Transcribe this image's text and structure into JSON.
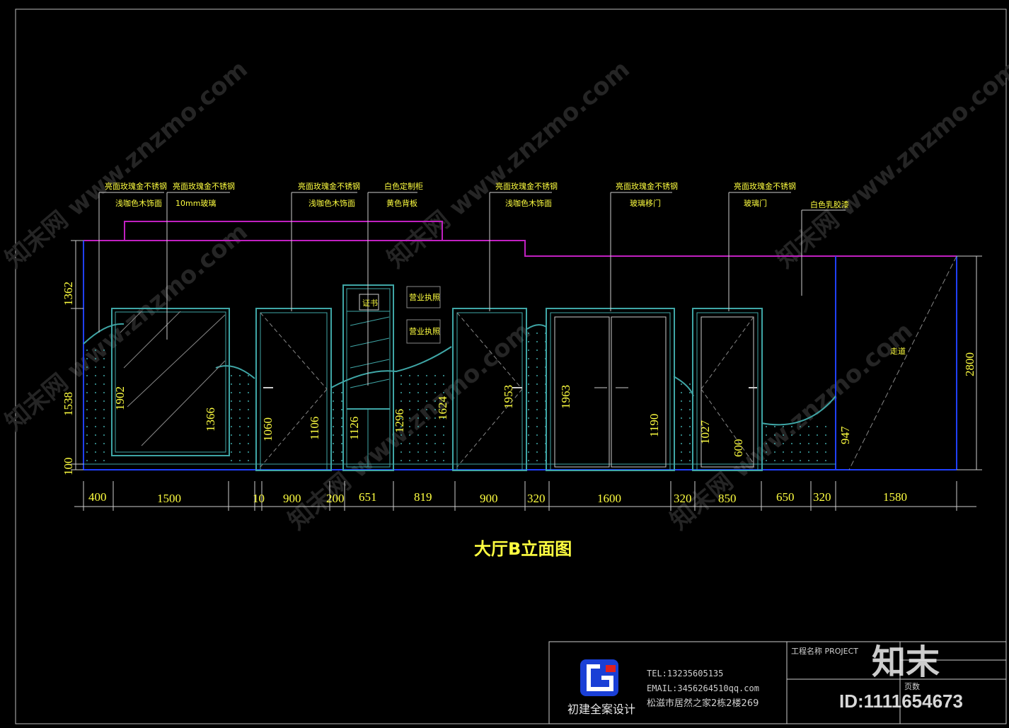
{
  "title": "大厅B立面图",
  "callouts": {
    "c1_top": "亮面玫瑰金不锈钢",
    "c1_bottom": "浅咖色木饰面",
    "c2_top": "亮面玫瑰金不锈钢",
    "c2_bottom": "10mm玻璃",
    "c3_top": "亮面玫瑰金不锈钢",
    "c3_bottom": "浅咖色木饰面",
    "c4_top": "白色定制柜",
    "c4_bottom": "黄色背板",
    "c5_top": "亮面玫瑰金不锈钢",
    "c5_bottom": "浅咖色木饰面",
    "c6_top": "亮面玫瑰金不锈钢",
    "c6_bottom": "玻璃移门",
    "c7_top": "亮面玫瑰金不锈钢",
    "c7_bottom": "玻璃门",
    "c8": "白色乳胶漆"
  },
  "labels": {
    "certificate": "证书",
    "license1": "营业执照",
    "license2": "营业执照",
    "corridor": "走道"
  },
  "dims_horizontal": [
    "400",
    "1500",
    "10",
    "900",
    "200",
    "651",
    "819",
    "900",
    "320",
    "1600",
    "320",
    "850",
    "650",
    "320",
    "1580"
  ],
  "dims_left": [
    "1362",
    "1538",
    "100"
  ],
  "dims_inner": [
    "1902",
    "1366",
    "1060",
    "1106",
    "1126",
    "1296",
    "1624",
    "1953",
    "1963",
    "1190",
    "1027",
    "600",
    "947"
  ],
  "dim_right": "2800",
  "title_block": {
    "tel": "TEL:13235605135",
    "email": "EMAIL:3456264510qq.com",
    "address": "松滋市居然之家2栋2楼269",
    "company": "初建全案设计",
    "project_label": "工程名称  PROJECT",
    "page_label": "页数"
  },
  "watermark": {
    "brand": "知末",
    "id": "ID:1111654673",
    "site": "知末网 www.znzmo.com"
  },
  "colors": {
    "background": "#000000",
    "text": "#ffff40",
    "outline": "#3fa6a6",
    "ceiling": "#c020c0",
    "floor": "#2040ff"
  }
}
